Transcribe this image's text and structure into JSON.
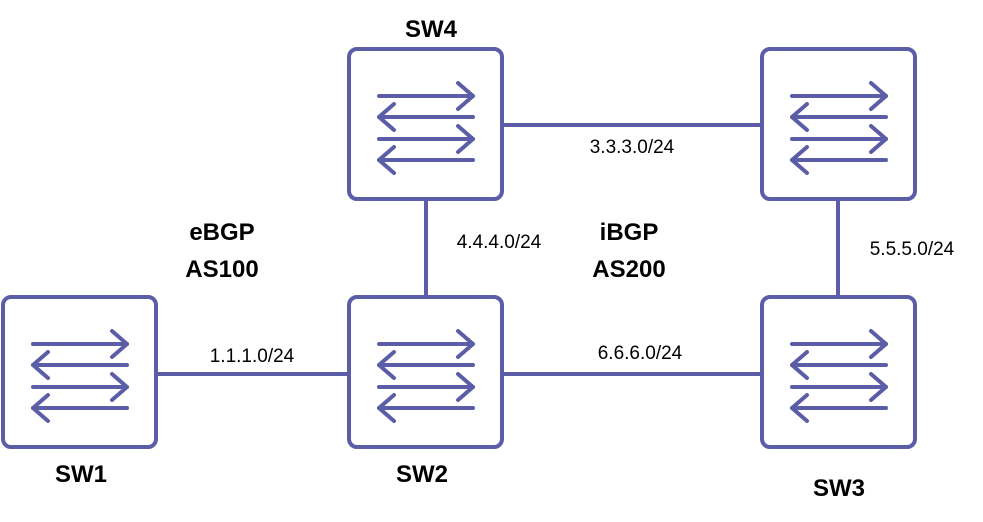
{
  "colors": {
    "device": "#5b5ea6",
    "link": "#5b5ea6",
    "background": "#ffffff",
    "text": "#000000"
  },
  "icons": {
    "device": "switch-arrows-icon"
  },
  "nodes": {
    "sw1": {
      "label": "SW1"
    },
    "sw2": {
      "label": "SW2"
    },
    "sw3": {
      "label": "SW3"
    },
    "sw4": {
      "label": "SW4"
    }
  },
  "links": {
    "sw1_sw2": {
      "network": "1.1.1.0/24"
    },
    "sw4_sw5": {
      "network": "3.3.3.0/24"
    },
    "sw4_sw2": {
      "network": "4.4.4.0/24"
    },
    "sw5_sw3": {
      "network": "5.5.5.0/24"
    },
    "sw2_sw3": {
      "network": "6.6.6.0/24"
    }
  },
  "regions": {
    "ebgp": {
      "protocol": "eBGP",
      "as": "AS100"
    },
    "ibgp": {
      "protocol": "iBGP",
      "as": "AS200"
    }
  }
}
